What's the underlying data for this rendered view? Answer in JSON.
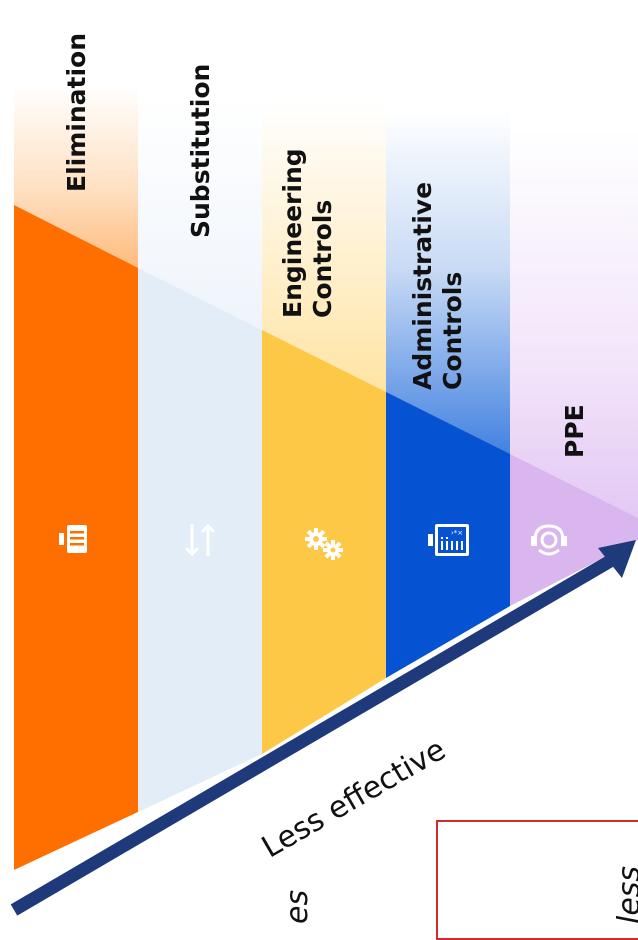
{
  "hierarchy": {
    "levels": [
      {
        "label_lines": [
          "Elimination"
        ],
        "icon": "elimination-icon",
        "color": "#ff6f00"
      },
      {
        "label_lines": [
          "Substitution"
        ],
        "icon": "substitution-arrows-icon",
        "color": "#e3edf8"
      },
      {
        "label_lines": [
          "Engineering",
          "Controls"
        ],
        "icon": "gears-icon",
        "color": "#fec847"
      },
      {
        "label_lines": [
          "Administrative",
          "Controls"
        ],
        "icon": "checklist-board-icon",
        "color": "#0553d3"
      },
      {
        "label_lines": [
          "PPE"
        ],
        "icon": "worker-ppe-icon",
        "color": "#d9b6ee"
      }
    ]
  },
  "arrow": {
    "label": "Less effective",
    "color": "#1e3a7a"
  },
  "partial_text": {
    "left_fragment": "es",
    "right_fragment": "less"
  }
}
